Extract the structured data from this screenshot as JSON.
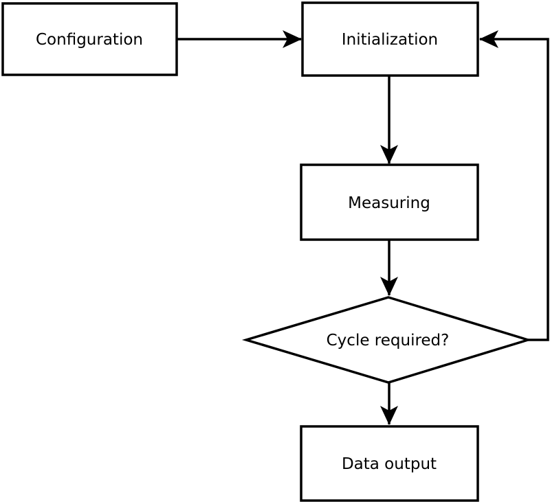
{
  "diagram": {
    "type": "flowchart",
    "background_color": "#ffffff",
    "stroke_color": "#000000",
    "node_fill_color": "#ffffff",
    "text_color": "#000000",
    "nodes": {
      "configuration": {
        "label": "Configuration",
        "shape": "rectangle"
      },
      "initialization": {
        "label": "Initialization",
        "shape": "rectangle"
      },
      "measuring": {
        "label": "Measuring",
        "shape": "rectangle"
      },
      "cycle_required": {
        "label": "Cycle required?",
        "shape": "diamond"
      },
      "data_output": {
        "label": "Data output",
        "shape": "rectangle"
      }
    },
    "edges": [
      {
        "from": "configuration",
        "to": "initialization",
        "style": "arrow",
        "route": "right"
      },
      {
        "from": "initialization",
        "to": "measuring",
        "style": "arrow",
        "route": "down"
      },
      {
        "from": "measuring",
        "to": "cycle_required",
        "style": "arrow",
        "route": "down"
      },
      {
        "from": "cycle_required",
        "to": "data_output",
        "style": "arrow",
        "route": "down"
      },
      {
        "from": "cycle_required",
        "to": "initialization",
        "style": "arrow",
        "route": "right-then-up-loop"
      }
    ]
  }
}
